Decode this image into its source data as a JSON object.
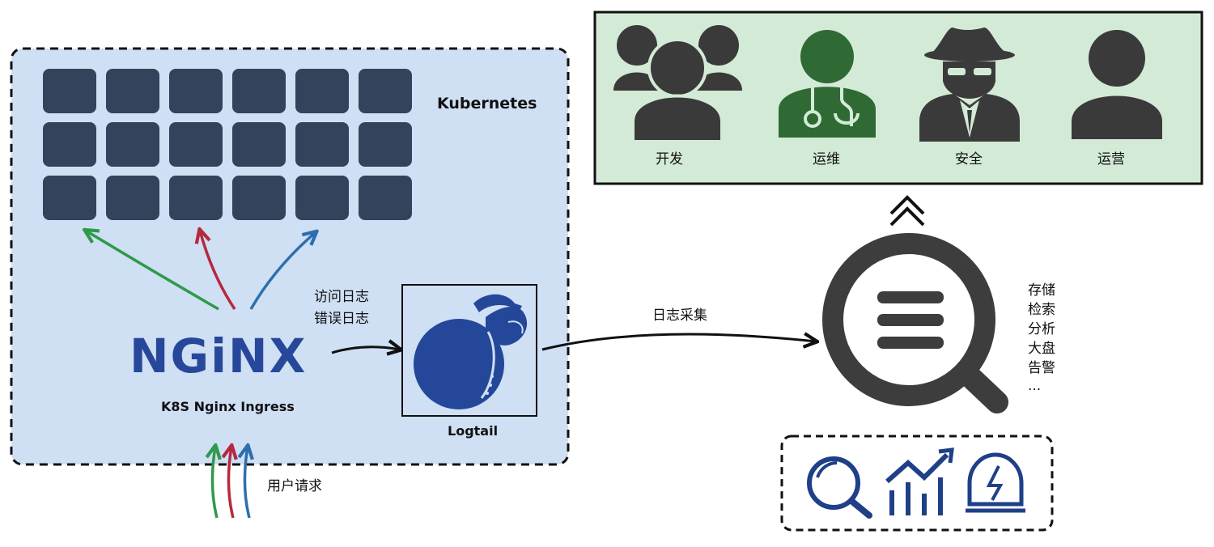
{
  "kubernetes": {
    "label": "Kubernetes",
    "pod_grid": {
      "rows": 3,
      "cols": 6
    }
  },
  "nginx": {
    "logo_text": "NGiNX",
    "caption": "K8S Nginx Ingress"
  },
  "logs": [
    "访问日志",
    "错误日志"
  ],
  "logtail": {
    "label": "Logtail"
  },
  "collect_label": "日志采集",
  "user_request_label": "用户请求",
  "sls_functions": [
    "存储",
    "检索",
    "分析",
    "大盘",
    "告警",
    "..."
  ],
  "roles": [
    {
      "label": "开发",
      "icon": "team-icon"
    },
    {
      "label": "运维",
      "icon": "doctor-icon"
    },
    {
      "label": "安全",
      "icon": "spy-icon"
    },
    {
      "label": "运营",
      "icon": "user-icon"
    }
  ],
  "colors": {
    "k8s_bg": "#cfdff4",
    "pod": "#34435b",
    "roles_bg": "#d3ebd6",
    "arrow_green": "#2e9a4a",
    "arrow_red": "#b5293f",
    "arrow_blue": "#2d6fad",
    "nginx": "#27489a",
    "search_icon": "#3d3d3d"
  }
}
